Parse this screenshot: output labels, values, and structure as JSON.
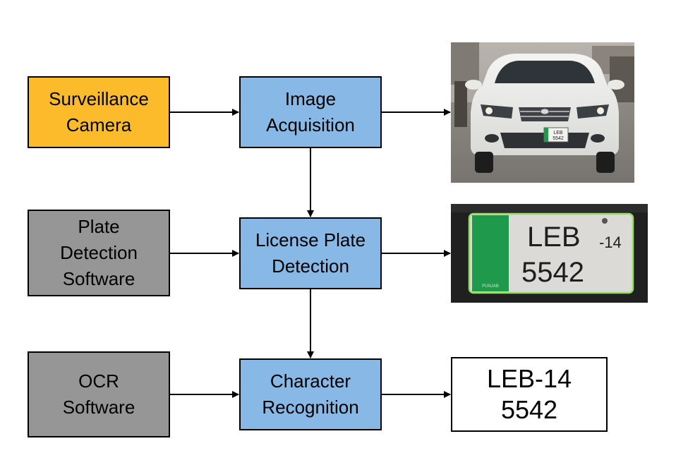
{
  "boxes": {
    "camera": [
      "Surveillance",
      "Camera"
    ],
    "acquisition": [
      "Image",
      "Acquisition"
    ],
    "plate_software": [
      "Plate",
      "Detection",
      "Software"
    ],
    "plate_detection": [
      "License Plate",
      "Detection"
    ],
    "ocr_software": [
      "OCR",
      "Software"
    ],
    "recognition": [
      "Character",
      "Recognition"
    ]
  },
  "result": {
    "line1": "LEB-14",
    "line2": "5542"
  },
  "car_plate": {
    "line1": "LEB",
    "line2": "5542"
  },
  "plate_crop": {
    "line1": "LEB",
    "suffix": "-14",
    "line2": "5542",
    "side_text": "PUNJAB"
  },
  "colors": {
    "camera": "#fbbb2b",
    "process": "#87b8e6",
    "software": "#969696",
    "arrow": "#000000",
    "plate_green": "#1f9a4c",
    "detection_box": "#7fd35a"
  }
}
